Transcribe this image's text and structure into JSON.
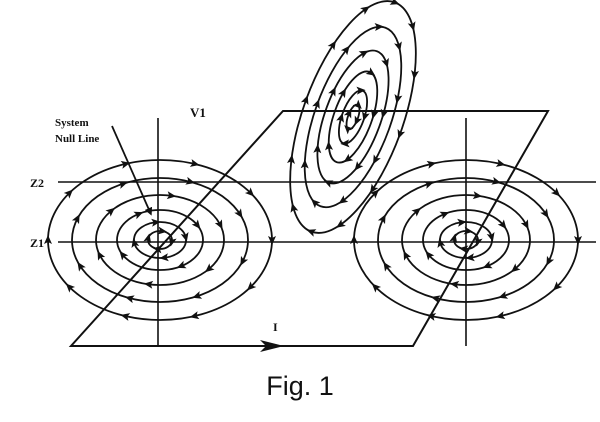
{
  "labels": {
    "system": "System",
    "null_line": "Null Line",
    "v1": "V1",
    "z2": "Z2",
    "z1": "Z1",
    "current": "I"
  },
  "caption": "Fig. 1",
  "colors": {
    "ink": "#111111",
    "background": "#ffffff"
  }
}
